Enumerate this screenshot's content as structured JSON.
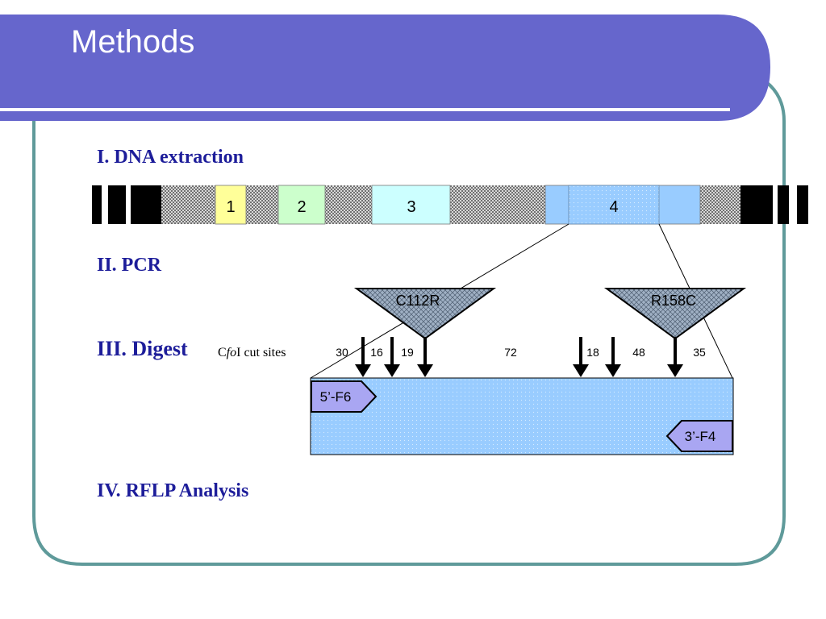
{
  "slide": {
    "title": "Methods",
    "colors": {
      "header": "#6666cc",
      "frame": "#5f9a9a",
      "exon1": "#ffff99",
      "exon2": "#ccffcc",
      "exon3": "#ccffff",
      "exon4": "#99ccff",
      "primer": "#a9a6f2"
    }
  },
  "steps": [
    {
      "label": "I. DNA extraction"
    },
    {
      "label": "II. PCR"
    },
    {
      "label": "III. Digest"
    },
    {
      "label": "IV. RFLP Analysis"
    }
  ],
  "gene": {
    "exons": [
      "1",
      "2",
      "3",
      "4"
    ]
  },
  "mutations": [
    "C112R",
    "R158C"
  ],
  "digest": {
    "enzyme_prefix": "C",
    "enzyme_italic": "fo",
    "enzyme_suffix": "I cut sites",
    "fragments": [
      "30",
      "16",
      "19",
      "72",
      "18",
      "48",
      "35"
    ]
  },
  "primers": {
    "forward": "5’-F6",
    "reverse": "3’-F4"
  }
}
